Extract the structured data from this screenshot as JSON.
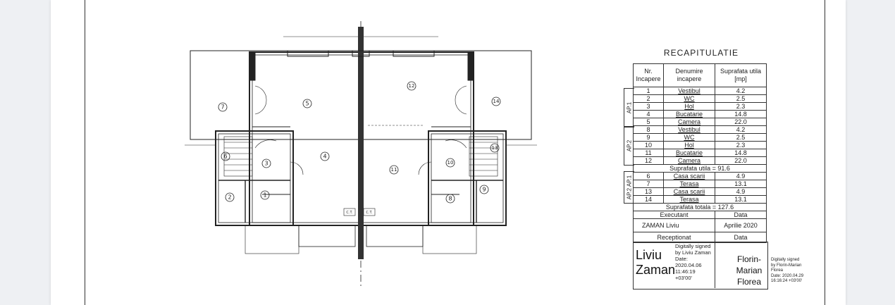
{
  "recap": {
    "title": "RECAPITULATIE",
    "headers": {
      "nr": "Nr. Incapere",
      "name": "Denumire incapere",
      "area": "Suprafata utila [mp]"
    },
    "rows": [
      {
        "nr": "1",
        "name": "Vestibul",
        "area": "4.2"
      },
      {
        "nr": "2",
        "name": "WC",
        "area": "2.5"
      },
      {
        "nr": "3",
        "name": "Hol",
        "area": "2.3"
      },
      {
        "nr": "4",
        "name": "Bucatarie",
        "area": "14.8"
      },
      {
        "nr": "5",
        "name": "Camera",
        "area": "22.0"
      },
      {
        "nr": "8",
        "name": "Vestibul",
        "area": "4.2"
      },
      {
        "nr": "9",
        "name": "WC",
        "area": "2.5"
      },
      {
        "nr": "10",
        "name": "Hol",
        "area": "2.3"
      },
      {
        "nr": "11",
        "name": "Bucatarie",
        "area": "14.8"
      },
      {
        "nr": "12",
        "name": "Camera",
        "area": "22.0"
      }
    ],
    "subtotal": "Suprafata utila = 91.6",
    "rows2": [
      {
        "nr": "6",
        "name": "Casa scarii",
        "area": "4.9"
      },
      {
        "nr": "7",
        "name": "Terasa",
        "area": "13.1"
      },
      {
        "nr": "13",
        "name": "Casa scarii",
        "area": "4.9"
      },
      {
        "nr": "14",
        "name": "Terasa",
        "area": "13.1"
      }
    ],
    "total": "Suprafata totala = 127.6",
    "side_labels": {
      "ap1": "AP.1",
      "ap2": "AP.2",
      "ap2ap1": "AP.2 AP.1"
    },
    "executant_label": "Executant",
    "data_label": "Data",
    "executant_name": "ZAMAN Liviu",
    "executant_date": "Aprilie 2020",
    "receptionat_label": "Receptionat",
    "data_label2": "Data"
  },
  "signatures": {
    "left_name_line1": "Liviu",
    "left_name_line2": "Zaman",
    "left_meta": [
      "Digitally signed",
      "by Liviu Zaman",
      "Date:",
      "2020.04.06",
      "11:46:19",
      "+03'00'"
    ],
    "right_name": [
      "Florin-",
      "Marian",
      "Florea"
    ],
    "right_meta": [
      "Digitally signed",
      "by Florin-Marian",
      "Florea",
      "Date: 2020.04.29",
      "16:16:24 +03'00'"
    ]
  },
  "plan": {
    "room_numbers": [
      "1",
      "2",
      "3",
      "4",
      "5",
      "6",
      "7",
      "8",
      "9",
      "10",
      "11",
      "12",
      "13",
      "14"
    ],
    "labels": {
      "ct": "C.T."
    }
  }
}
